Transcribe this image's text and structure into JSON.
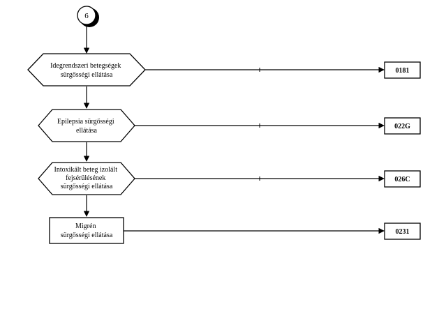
{
  "connector": {
    "label": "6"
  },
  "steps": [
    {
      "lines": [
        "Idegrendszeri betegségek",
        "sürgősségi ellátása"
      ],
      "code": "0181",
      "shape": "hexagon"
    },
    {
      "lines": [
        "Epilepsia sürgősségi",
        "ellátása"
      ],
      "code": "022G",
      "shape": "hexagon"
    },
    {
      "lines": [
        "Intoxikált beteg izolált",
        "fejsérülésének",
        "sürgősségi ellátása"
      ],
      "code": "026C",
      "shape": "hexagon"
    },
    {
      "lines": [
        "Migrén",
        "sürgősségi ellátása"
      ],
      "code": "0231",
      "shape": "rectangle"
    }
  ],
  "colors": {
    "stroke": "#000000",
    "fill": "#ffffff"
  }
}
